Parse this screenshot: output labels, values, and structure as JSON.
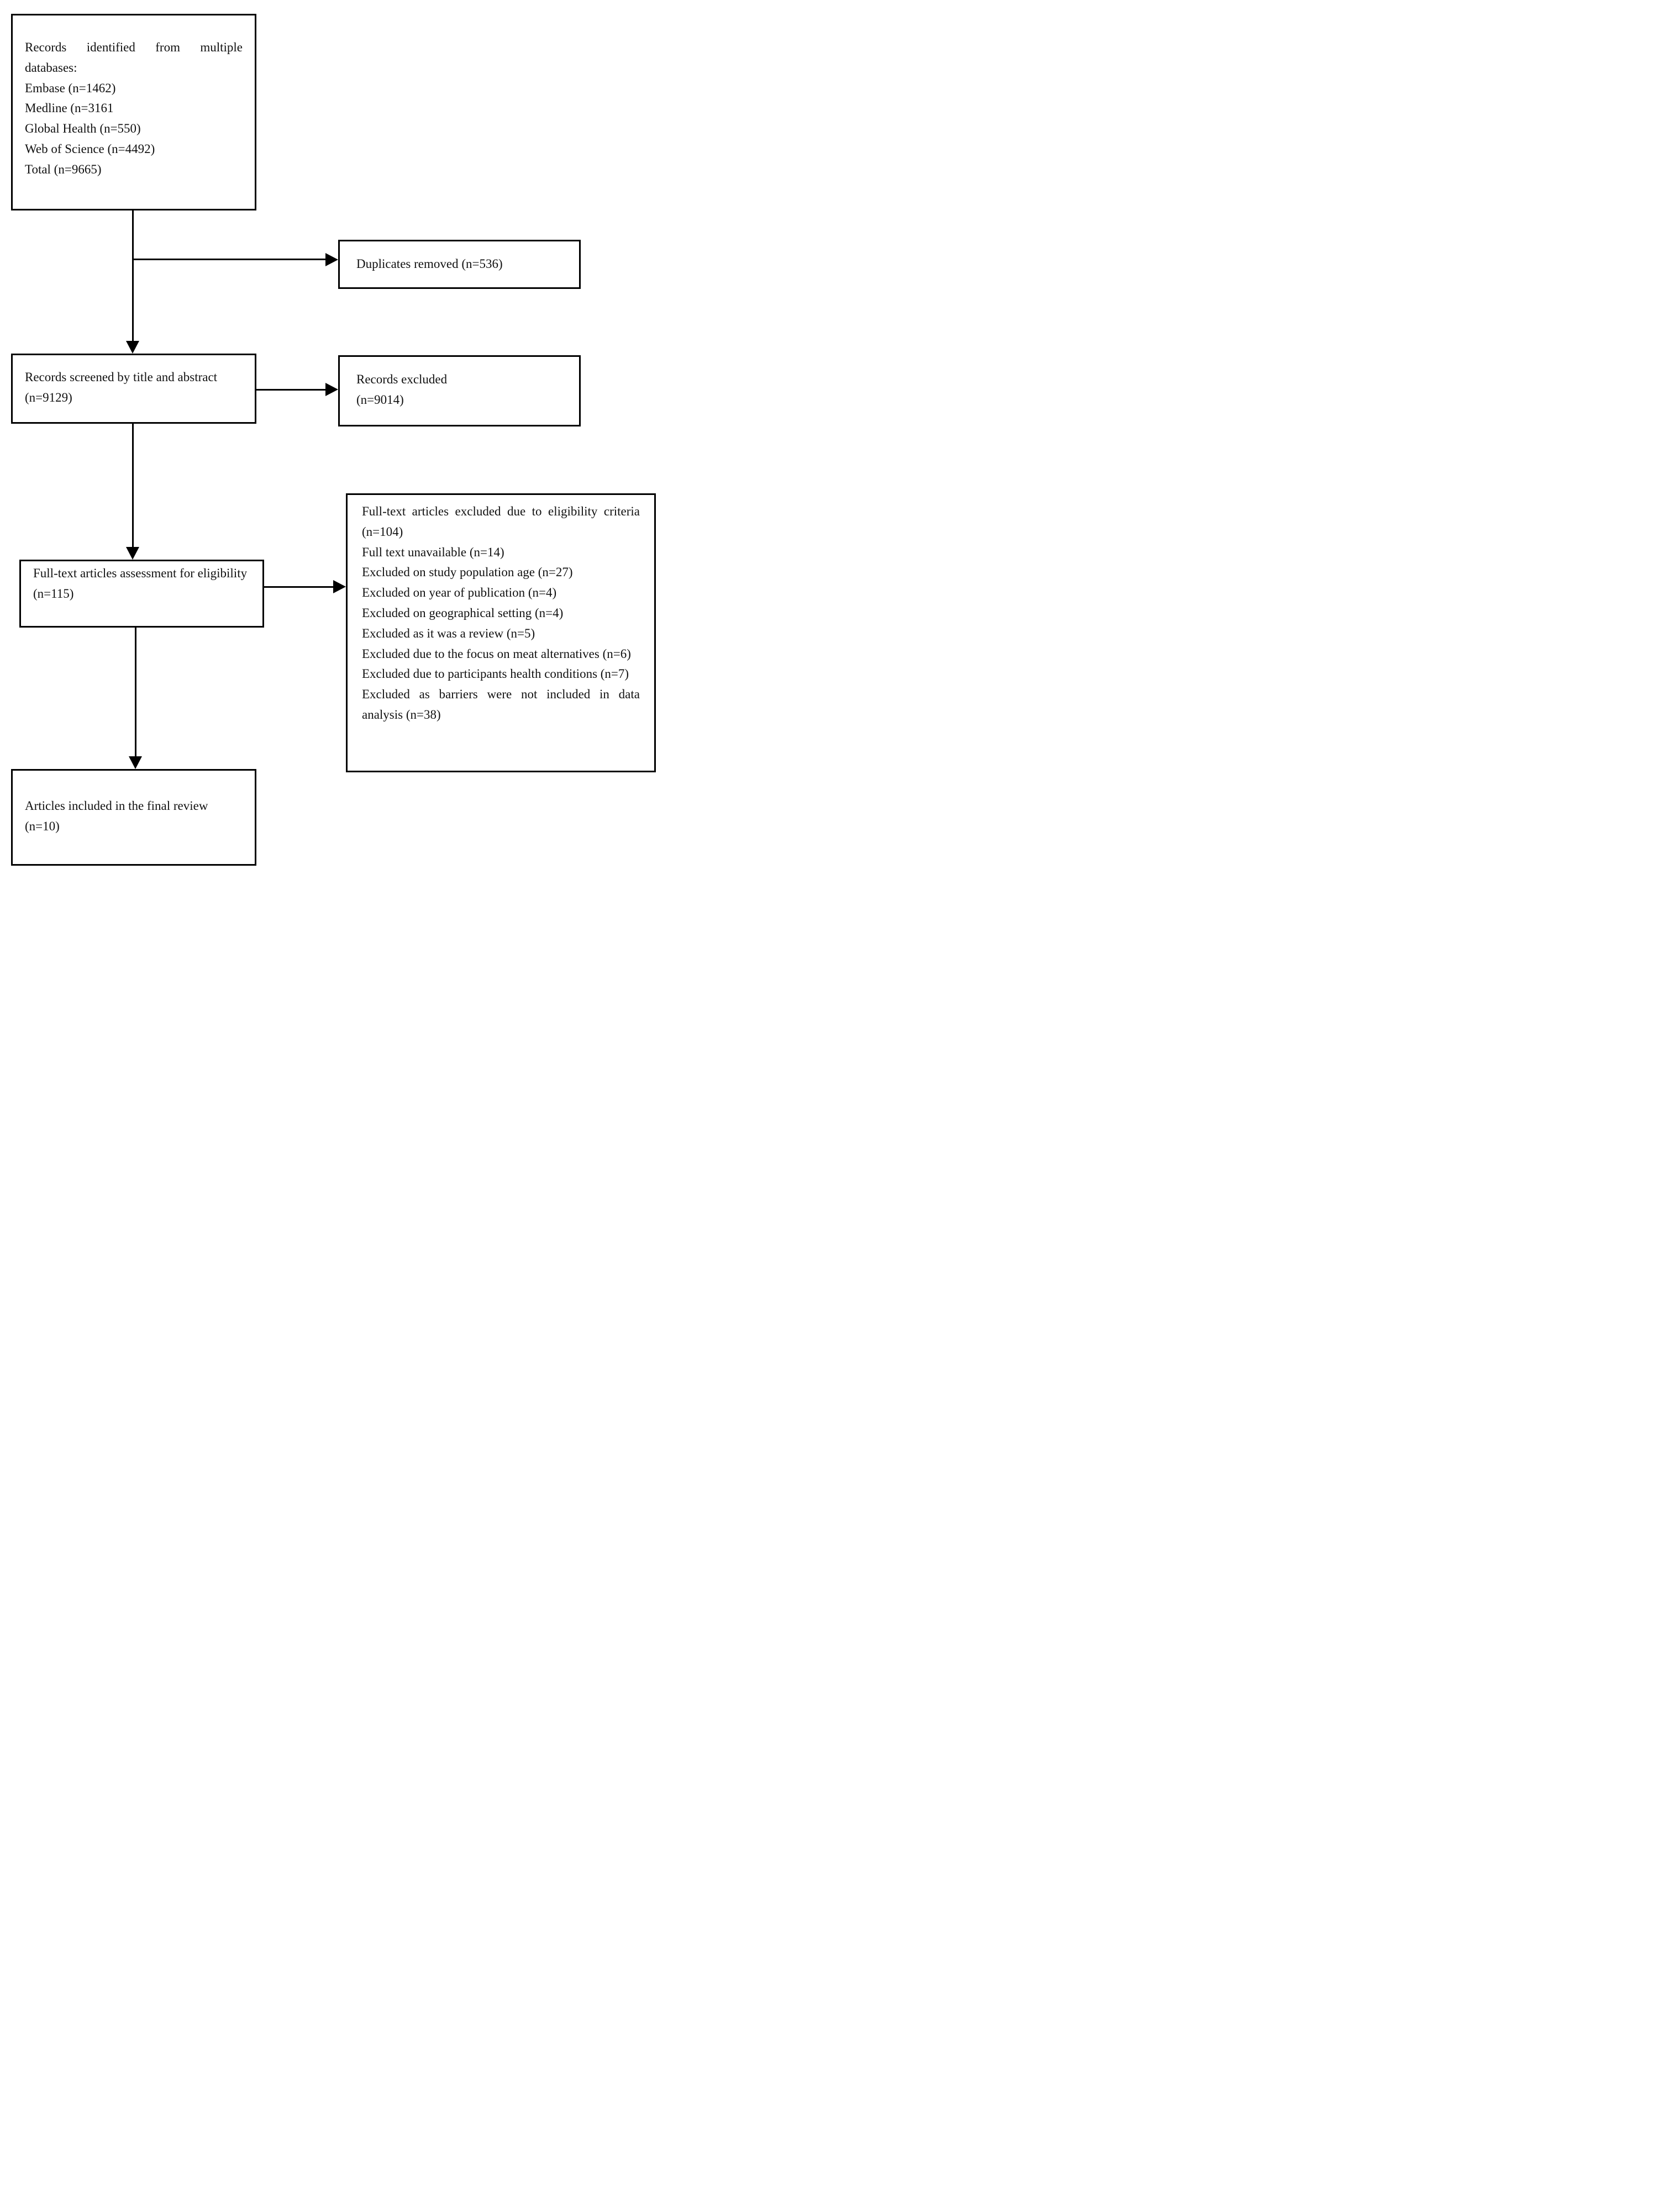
{
  "diagram": {
    "type": "prisma-flowchart",
    "colors": {
      "background": "#ffffff",
      "border": "#000000",
      "text": "#111111",
      "arrow": "#000000"
    }
  },
  "flow": {
    "identification": {
      "title": "Records identified from multiple databases:",
      "items": [
        "Embase (n=1462)",
        "Medline (n=3161",
        "Global Health (n=550)",
        "Web of Science (n=4492)",
        "Total (n=9665)"
      ]
    },
    "duplicates": {
      "text": "Duplicates removed (n=536)"
    },
    "screening": {
      "line1": "Records screened by title and abstract",
      "line2": "(n=9129)"
    },
    "records_excluded": {
      "line1": "Records excluded",
      "line2": "(n=9014)"
    },
    "eligibility": {
      "title": "Full-text articles assessment for eligibility",
      "count": "(n=115)"
    },
    "fulltext_excluded": {
      "items": [
        "Full-text articles excluded due to eligibility criteria (n=104)",
        "Full text unavailable (n=14)",
        "Excluded on study population age (n=27)",
        "Excluded on year of publication (n=4)",
        "Excluded on geographical setting (n=4)",
        "Excluded as it was a review (n=5)",
        "Excluded due to the focus on meat alternatives (n=6)",
        "Excluded due to participants health conditions (n=7)",
        "Excluded as barriers were not included in data analysis (n=38)"
      ]
    },
    "included": {
      "line1": "Articles included in the final review",
      "line2": "(n=10)"
    }
  }
}
